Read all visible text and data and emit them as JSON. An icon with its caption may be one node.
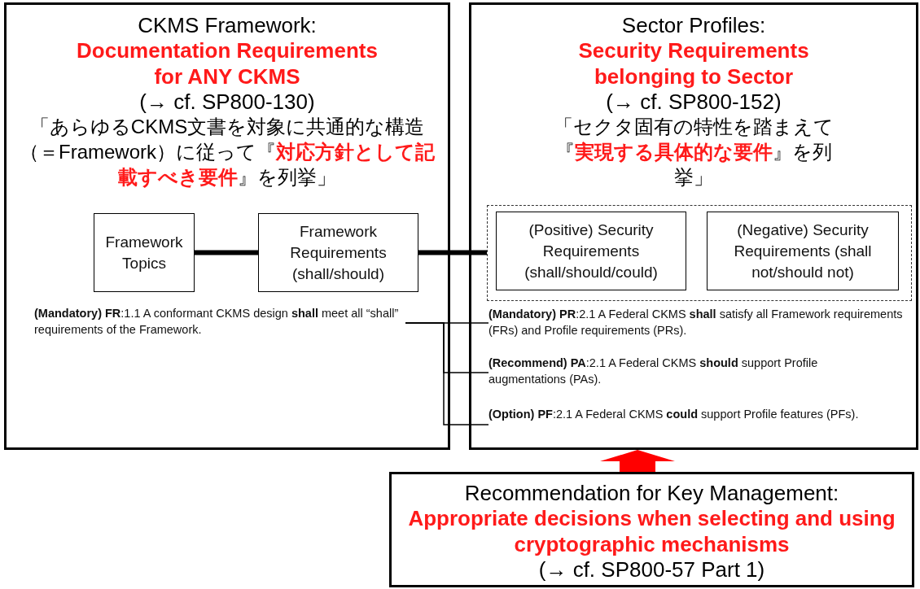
{
  "diagram": {
    "nodes": [
      {
        "text": [
          "CKMS Framework:",
          "Documentation Requirements for ANY CKMS",
          "(→ cf. SP800-130)",
          "「あらゆるCKMS文書を対象に共通的な構造（＝Framework）に従って『**対応方針として記載すべき要件**』を列挙」"
        ]
      },
      {
        "text": [
          "Framework Topics"
        ],
        "in": 0
      },
      {
        "text": [
          "Framework Requirements (shall/should)"
        ],
        "in": 0
      },
      {
        "text": [
          "**(Mandatory) FR**:1.1 A conformant CKMS design **shall** meet all “shall” requirements of the Framework."
        ],
        "in": 0
      },
      {
        "text": [
          "Sector Profiles:",
          "Security Requirements belonging to Sector",
          "(→ cf. SP800-152)",
          "「セクタ固有の特性を踏まえて『**実現する具体的な要件**』を列挙」"
        ]
      },
      {
        "text": [],
        "shape": "box",
        "in": 4
      },
      {
        "text": [
          "(Positive) Security Requirements (shall/should/could)"
        ],
        "in": 5
      },
      {
        "text": [
          "(Negative) Security Requirements (shall not/should not)"
        ],
        "in": 5
      },
      {
        "text": [
          "**(Mandatory) PR**:2.1 A Federal CKMS **shall** satisfy all Framework requirements (FRs) and Profile requirements (PRs)."
        ],
        "in": 4
      },
      {
        "text": [
          "**(Recommend) PA**:2.1 A Federal CKMS **should** support Profile augmentations (PAs)."
        ],
        "in": 4
      },
      {
        "text": [
          "**(Option) PF**:2.1 A Federal CKMS **could** support Profile features (PFs)."
        ],
        "in": 4
      },
      {
        "text": [
          "Recommendation for Key Management:",
          "Appropriate decisions when selecting and using cryptographic mechanisms",
          "(→ cf. SP800-57 Part 1)"
        ]
      }
    ],
    "edges": [
      {
        "from": 1,
        "to": 2,
        "arrow": "none",
        "style": "thick"
      },
      {
        "from": 2,
        "to": 5,
        "arrow": "none",
        "style": "thick"
      },
      {
        "from": 3,
        "to": 8,
        "arrow": "none"
      },
      {
        "from": 3,
        "to": 9,
        "arrow": "none"
      },
      {
        "from": 3,
        "to": 10,
        "arrow": "none"
      },
      {
        "from": 11,
        "to": 4,
        "arrow": "to",
        "style": "thick",
        "color": "#ff0000"
      }
    ]
  }
}
